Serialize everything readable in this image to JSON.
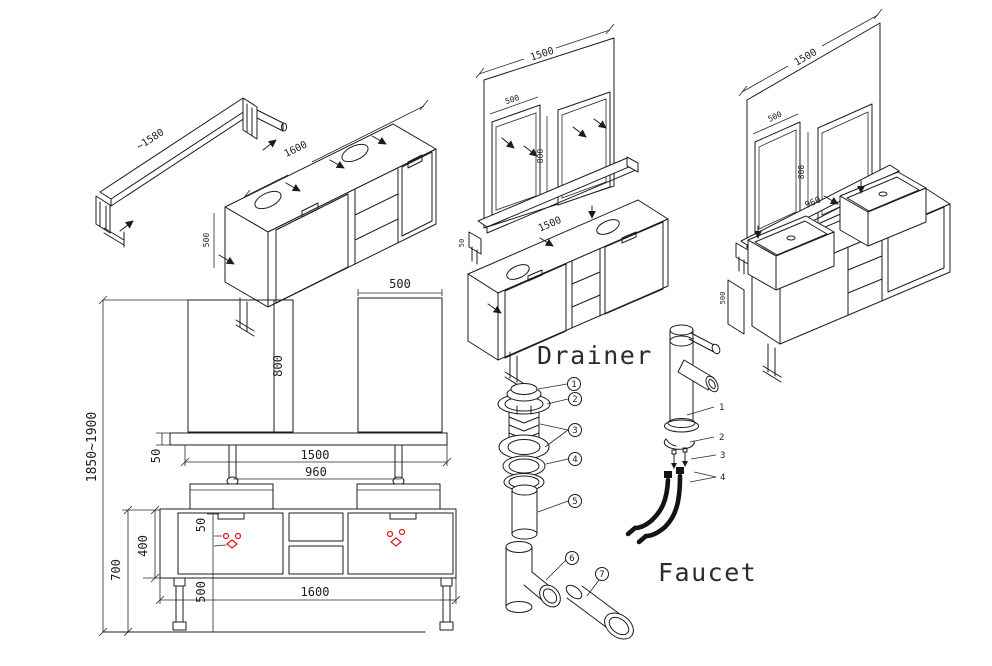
{
  "document": {
    "type": "bathroom vanity set technical drawing",
    "background": "#ffffff",
    "line_color": "#1c1c1c",
    "accent_color": "#e81313"
  },
  "views": {
    "hanging_rail_iso": {
      "dim_length": "~1580"
    },
    "cabinet_iso": {
      "dim_width": "1600",
      "dim_height": "500"
    },
    "mirror_unit_iso": {
      "dim_panel_width": "1500",
      "dim_mirror_width": "500",
      "dim_mirror_height": "800",
      "dim_mount": "50",
      "dim_cabinet_width": "1500"
    },
    "assembly_iso": {
      "dim_panel_width": "1500",
      "dim_mirror_width": "500",
      "dim_mirror_height": "800",
      "dim_rail_spacing": "960",
      "dim_cabinet_height": "500"
    },
    "front_elevation": {
      "dim_mirror_width": "500",
      "dim_mirror_height": "800",
      "dim_total_height": "1850~1900",
      "dim_shelf_thickness": "50",
      "dim_shelf_width": "1500",
      "dim_rail_spacing": "960",
      "dim_knob_offset": "50",
      "dim_cabinet_height": "400",
      "dim_floor_height": "700",
      "dim_leg_span": "500",
      "dim_cabinet_width": "1600"
    }
  },
  "drainer": {
    "title": "Drainer",
    "part_labels": [
      "1",
      "2",
      "3",
      "4",
      "5",
      "6",
      "7"
    ]
  },
  "faucet": {
    "title": "Faucet",
    "part_labels": [
      "1",
      "2",
      "3",
      "4"
    ]
  }
}
